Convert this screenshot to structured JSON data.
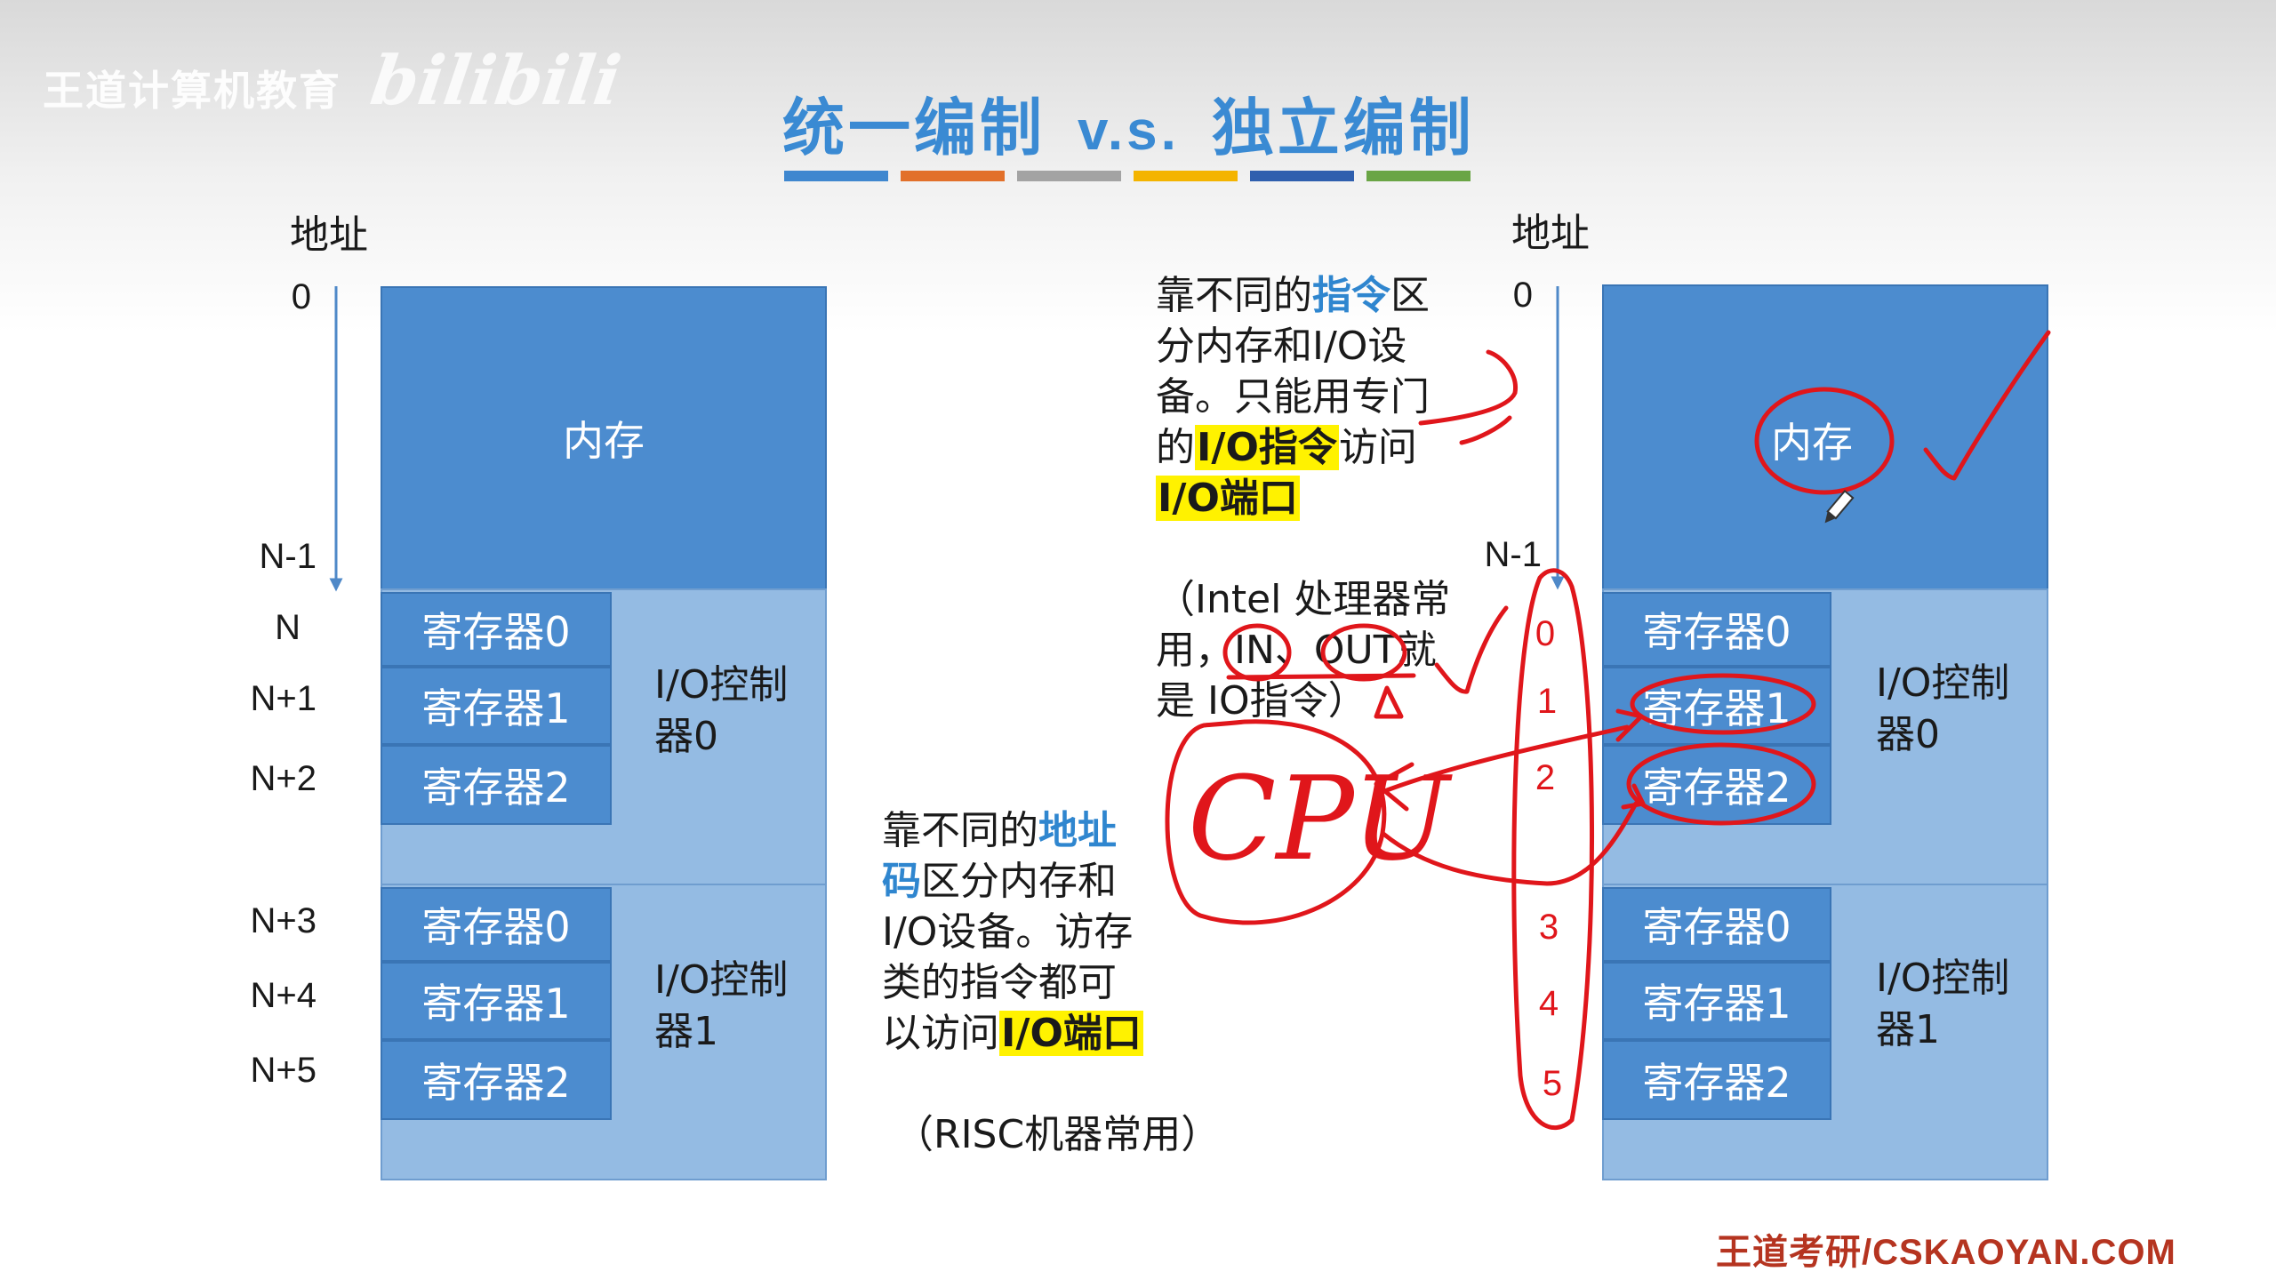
{
  "watermark": {
    "text": "王道计算机教育",
    "logo": "bilibili"
  },
  "title": {
    "left": "统一编制",
    "vs": "v.s.",
    "right": "独立编制"
  },
  "title_bar_colors": [
    "#3f87cf",
    "#e2702a",
    "#a3a3a3",
    "#f4b400",
    "#2f5fae",
    "#6aa545"
  ],
  "left_diagram": {
    "axis_label": "地址",
    "addresses": [
      "0",
      "N-1",
      "N",
      "N+1",
      "N+2",
      "N+3",
      "N+4",
      "N+5"
    ],
    "memory_label": "内存",
    "controllers": [
      {
        "label_line1": "I/O控制",
        "label_line2": "器0",
        "registers": [
          "寄存器0",
          "寄存器1",
          "寄存器2"
        ]
      },
      {
        "label_line1": "I/O控制",
        "label_line2": "器1",
        "registers": [
          "寄存器0",
          "寄存器1",
          "寄存器2"
        ]
      }
    ]
  },
  "right_diagram": {
    "axis_label": "地址",
    "addresses": [
      "0",
      "N-1"
    ],
    "memory_label": "内存",
    "controllers": [
      {
        "label_line1": "I/O控制",
        "label_line2": "器0",
        "registers": [
          "寄存器0",
          "寄存器1",
          "寄存器2"
        ]
      },
      {
        "label_line1": "I/O控制",
        "label_line2": "器1",
        "registers": [
          "寄存器0",
          "寄存器1",
          "寄存器2"
        ]
      }
    ],
    "handwritten_numbers": [
      "0",
      "1",
      "2",
      "3",
      "4",
      "5"
    ],
    "handwritten_cpu": "CPU"
  },
  "independent_desc": {
    "l1_a": "靠不同的",
    "l1_hl": "指令",
    "l1_b": "区",
    "l2": "分内存和I/O设",
    "l3": "备。只能用专门",
    "l4_a": "的",
    "l4_hl": "I/O指令",
    "l4_b": "访问",
    "l5_hl": "I/O端口"
  },
  "intel_note": {
    "l1": "（Intel 处理器常",
    "l2": "用，IN、OUT就",
    "l3": "是 IO指令）"
  },
  "unified_desc": {
    "l1_a": "靠不同的",
    "l1_hl": "地址",
    "l2_hl": "码",
    "l2_b": "区分内存和",
    "l3": "I/O设备。访存",
    "l4": "类的指令都可",
    "l5_a": "以访问",
    "l5_hl": "I/O端口"
  },
  "risc_note": "（RISC机器常用）",
  "footer": "王道考研/CSKAOYAN.COM",
  "colors": {
    "accent_blue": "#3a8ad3",
    "memory_blue": "#4c8ccf",
    "io_light_blue": "#94bbe3",
    "highlight_yellow": "#fff200",
    "ink_red": "#e0161b",
    "footer_red": "#b53420"
  }
}
